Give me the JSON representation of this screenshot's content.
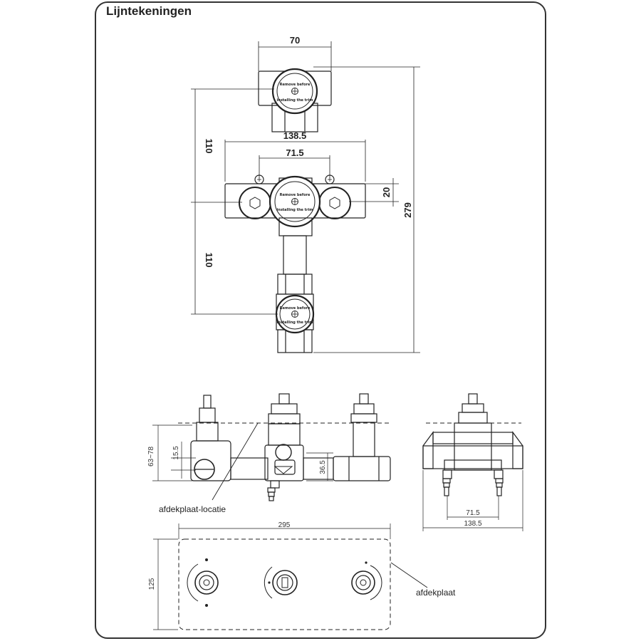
{
  "title": "Lijntekeningen",
  "top_view": {
    "dims": {
      "width_top": "70",
      "width_body": "138.5",
      "width_inner": "71.5",
      "offset": "20",
      "height_total": "279",
      "height_upper": "110",
      "height_lower": "110"
    },
    "cap_text_line1": "Remove before",
    "cap_text_line2": "installing the trim"
  },
  "side_view": {
    "dims": {
      "range": "63~78",
      "depth": "15.5",
      "height": "36.5"
    },
    "label_cover_location": "afdekplaat-locatie"
  },
  "end_view": {
    "dims": {
      "inner": "71.5",
      "outer": "138.5"
    }
  },
  "plate_view": {
    "dims": {
      "width": "295",
      "height": "125"
    },
    "label_cover": "afdekplaat"
  }
}
